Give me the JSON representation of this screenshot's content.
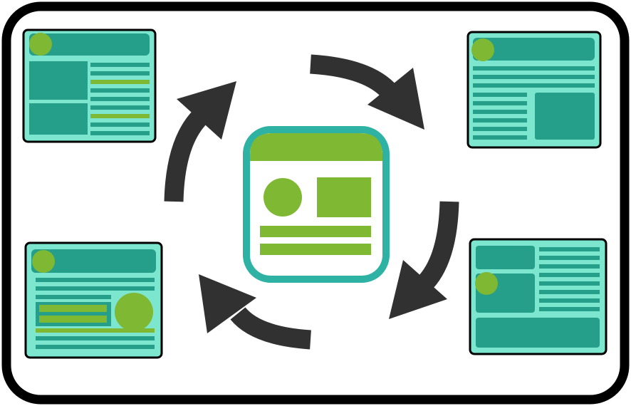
{
  "diagram": {
    "kind": "content-reuse-cycle",
    "text": [],
    "nodes": [
      {
        "id": "center",
        "role": "core content template",
        "icon": "layout-template-icon"
      },
      {
        "id": "top-left",
        "role": "layout variant",
        "icon": "page-layout-icon"
      },
      {
        "id": "top-right",
        "role": "layout variant",
        "icon": "page-layout-icon"
      },
      {
        "id": "bottom-right",
        "role": "layout variant",
        "icon": "page-layout-icon"
      },
      {
        "id": "bottom-left",
        "role": "layout variant",
        "icon": "page-layout-icon"
      }
    ],
    "cycle_direction": "clockwise",
    "arrow_count": 4
  },
  "colors": {
    "frame": "#000000",
    "background": "#ffffff",
    "page_fill": "#7de6cf",
    "block_fill": "#259f8a",
    "accent_green": "#7fb833",
    "center_ring": "#2db2a3",
    "arrow": "#313131"
  }
}
